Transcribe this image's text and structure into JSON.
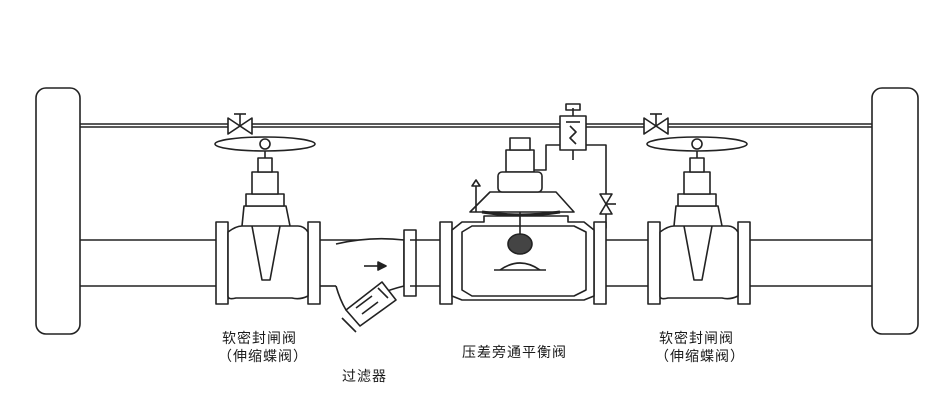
{
  "labels": {
    "left_valve_line1": "软密封闸阀",
    "left_valve_line2": "（伸缩蝶阀）",
    "filter": "过滤器",
    "center_valve": "压差旁通平衡阀",
    "right_valve_line1": "软密封闸阀",
    "right_valve_line2": "（伸缩蝶阀）"
  }
}
